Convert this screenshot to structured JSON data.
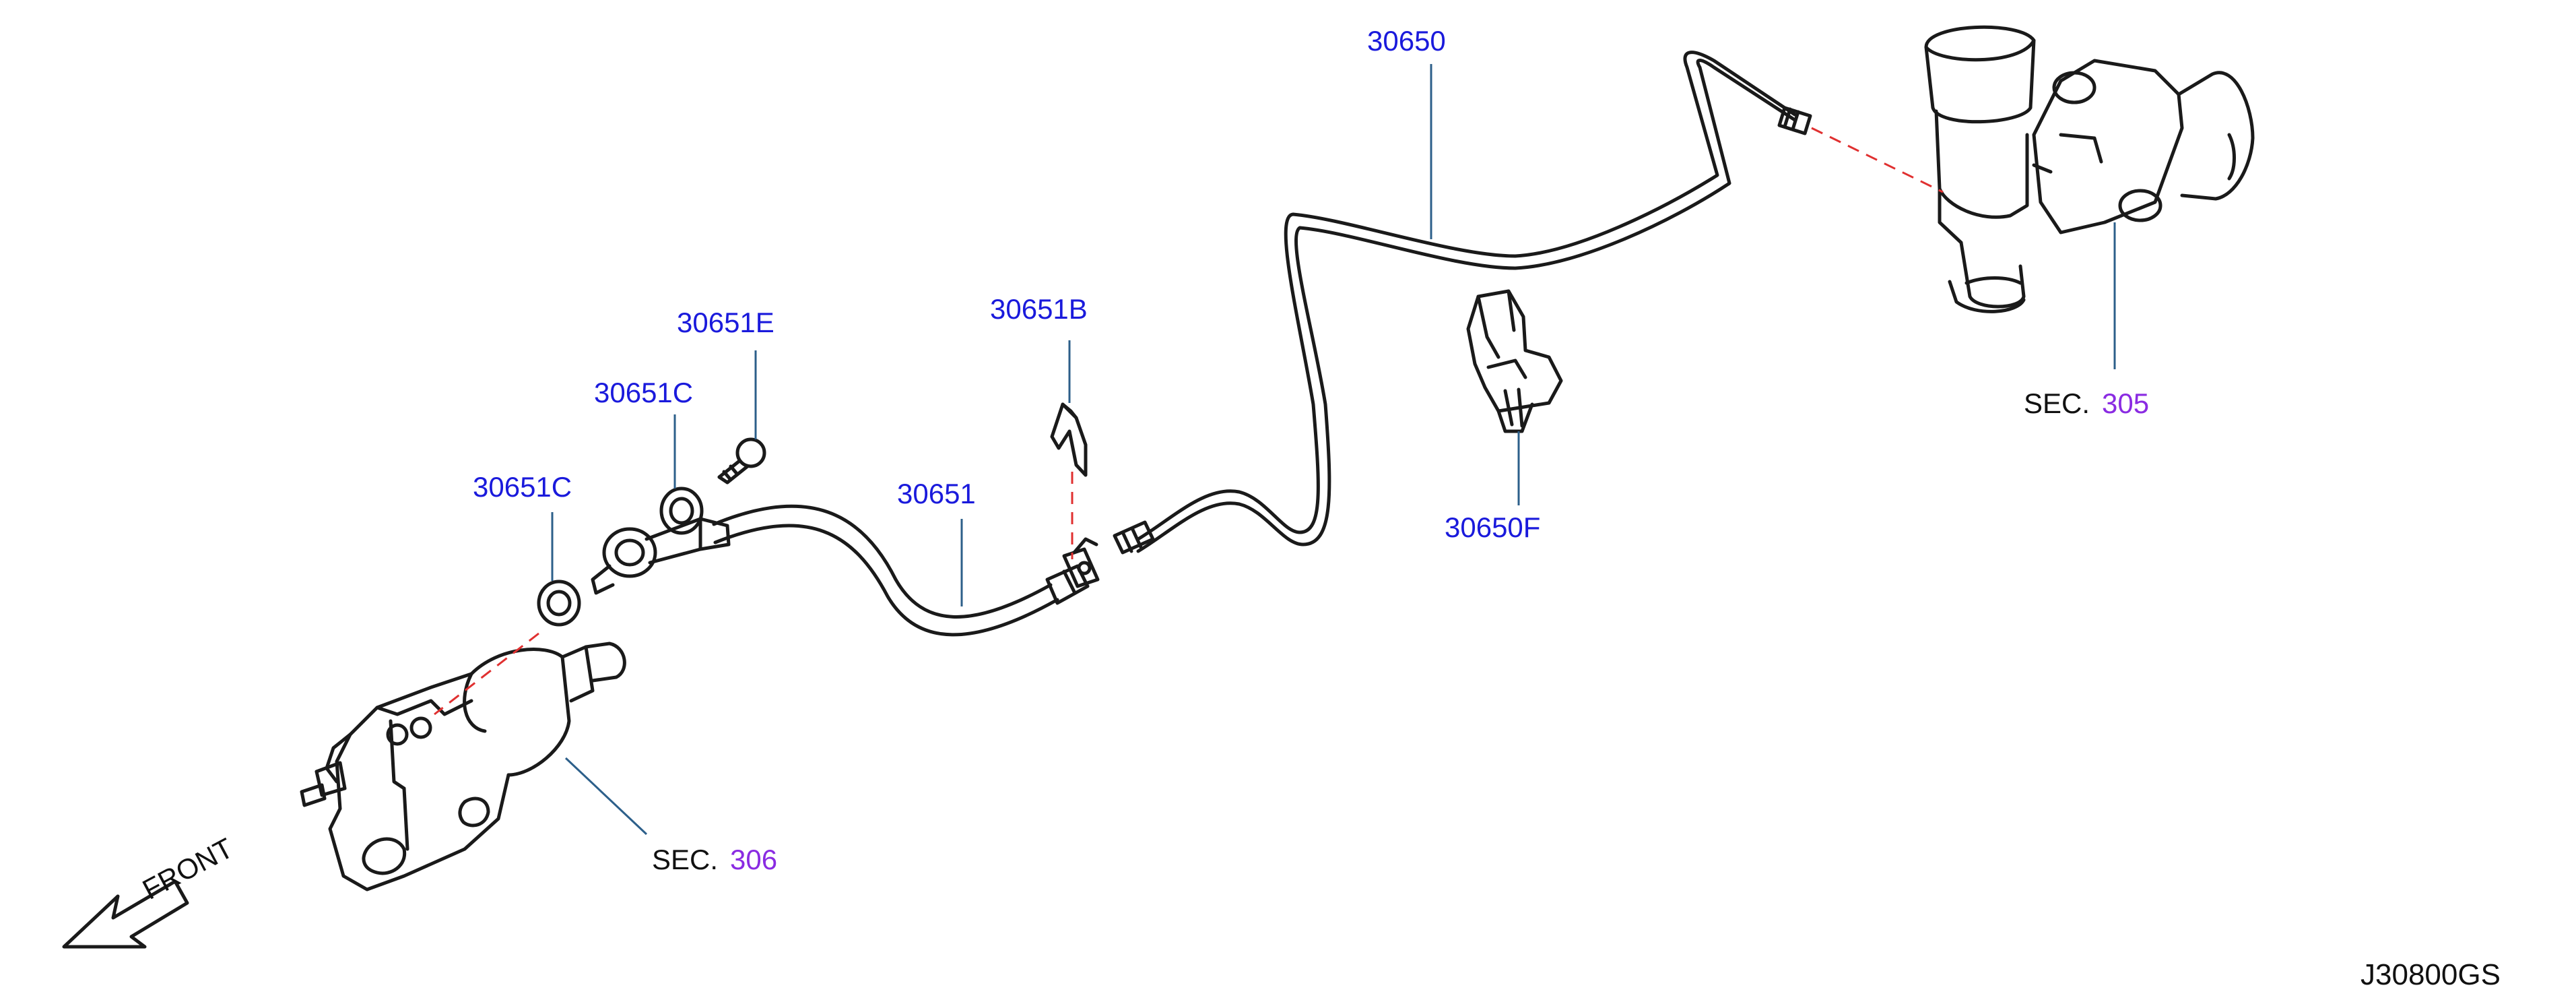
{
  "colors": {
    "part_number": "#1a1adc",
    "section_number": "#8a2be2",
    "text": "#111111",
    "line": "#1a1a1a",
    "leader": "#2c5f8a",
    "dashed": "#e03030"
  },
  "parts": {
    "p30650": "30650",
    "p30651E": "30651E",
    "p30651B": "30651B",
    "p30651C_upper": "30651C",
    "p30651C_lower": "30651C",
    "p30651": "30651",
    "p30650F": "30650F"
  },
  "sections": {
    "sec305": {
      "word": "SEC.",
      "number": "305"
    },
    "sec306": {
      "word": "SEC.",
      "number": "306"
    }
  },
  "front_label": "FRONT",
  "diagram_code": "J30800GS"
}
